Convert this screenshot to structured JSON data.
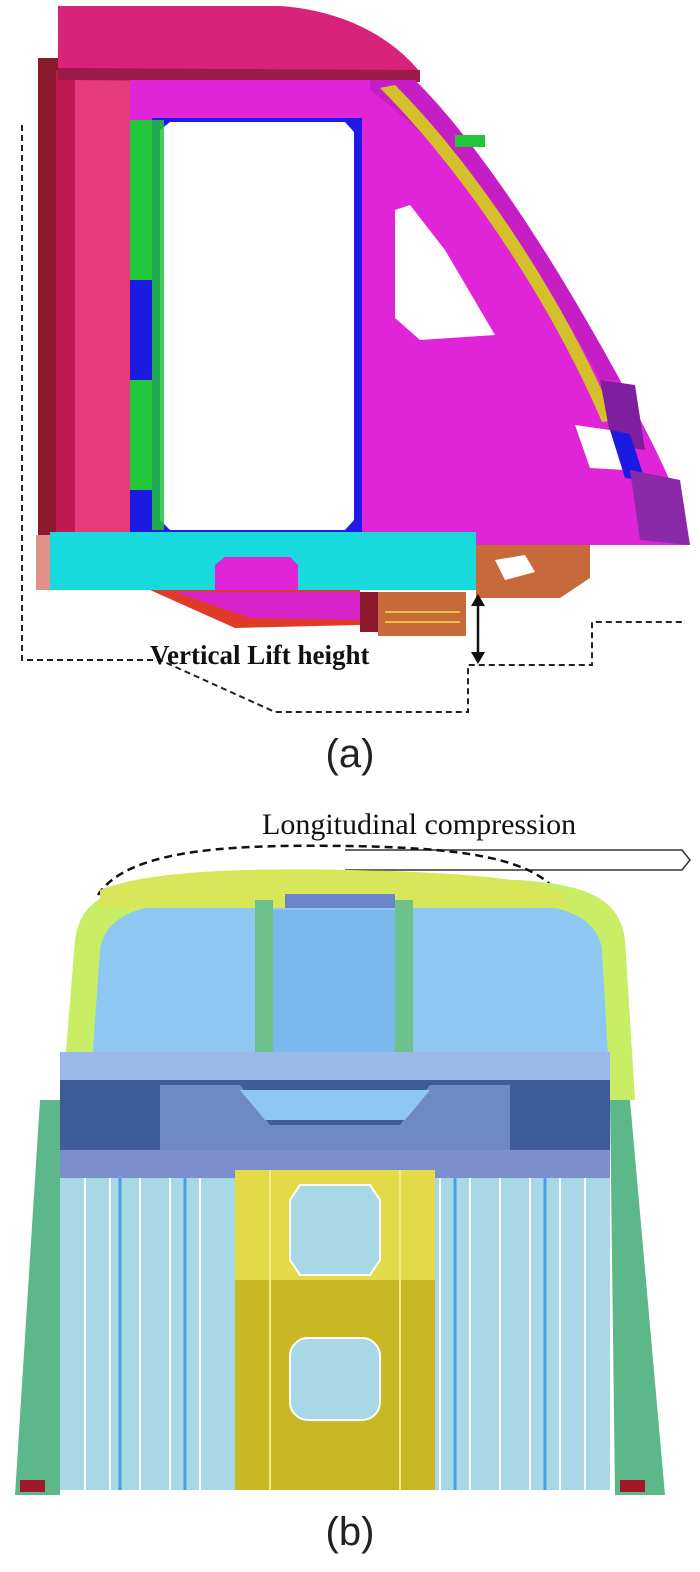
{
  "panel_a": {
    "annotation": "Vertical Lift height",
    "caption": "(a)"
  },
  "panel_b": {
    "annotation": "Longitudinal compression",
    "caption": "(b)"
  }
}
